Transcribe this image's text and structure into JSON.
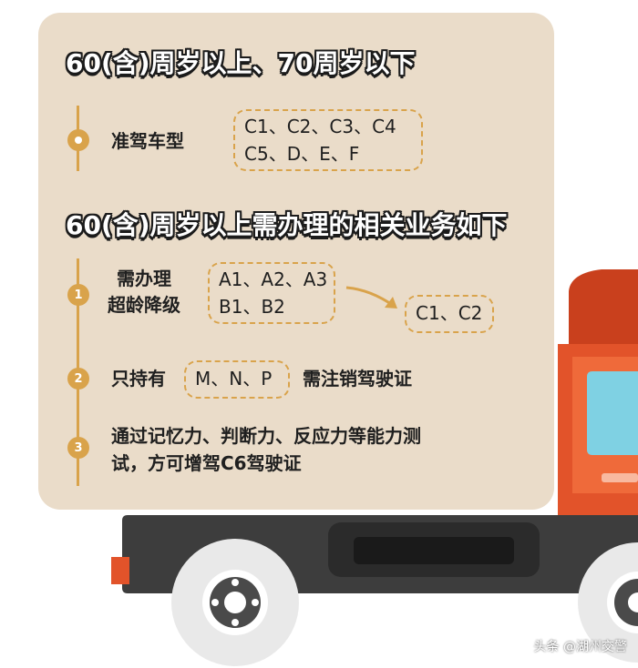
{
  "section1": {
    "title": "60(含)周岁以上、70周岁以下",
    "item_label": "准驾车型",
    "item_values": [
      "C1、C2、C3、C4",
      "C5、D、E、F"
    ]
  },
  "section2": {
    "title": "60(含)周岁以上需办理的相关业务如下",
    "items": [
      {
        "num": "1",
        "label_lines": [
          "需办理",
          "超龄降级"
        ],
        "from_lines": [
          "A1、A2、A3",
          "B1、B2"
        ],
        "to": "C1、C2"
      },
      {
        "num": "2",
        "prefix": "只持有",
        "box": "M、N、P",
        "suffix": "需注销驾驶证"
      },
      {
        "num": "3",
        "lines": [
          "通过记忆力、判断力、反应力等能力测",
          "试，方可增驾C6驾驶证"
        ]
      }
    ]
  },
  "watermark": "头条 @湖州交警",
  "colors": {
    "card": "#eadcc9",
    "accent": "#d9a34b",
    "truck_cab": "#e2532a",
    "chassis": "#3d3d3d"
  }
}
